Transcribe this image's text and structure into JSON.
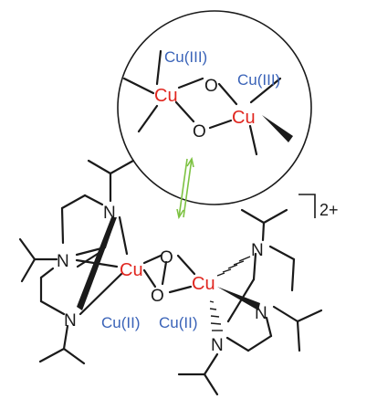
{
  "colors": {
    "copper": "#e0261f",
    "oxidation_state": "#3a63b8",
    "equilibrium_arrow": "#7dc242",
    "bond": "#1a1a1a"
  },
  "inset": {
    "cu_left": "Cu",
    "cu_right": "Cu",
    "o_top": "O",
    "o_bottom": "O",
    "state_left": "Cu(III)",
    "state_right": "Cu(III)"
  },
  "complex": {
    "cu_left": "Cu",
    "cu_right": "Cu",
    "o_top": "O",
    "o_bottom": "O",
    "state_left": "Cu(II)",
    "state_right": "Cu(II)",
    "left_n_top": "N",
    "left_n_mid": "N",
    "left_n_bot": "N",
    "right_n_top": "N",
    "right_n_mid": "N",
    "right_n_bot": "N",
    "charge": "2+"
  }
}
